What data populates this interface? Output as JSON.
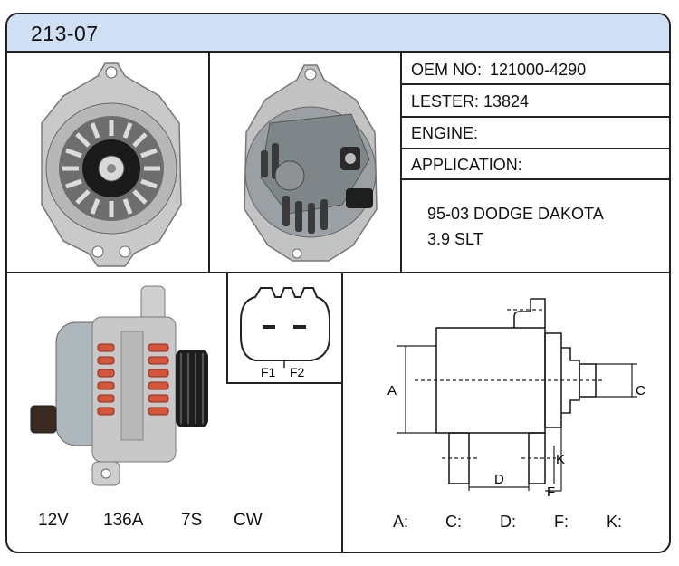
{
  "header": {
    "part_number": "213-07"
  },
  "specs": {
    "oem_label": "OEM NO:",
    "oem_value": "121000-4290",
    "lester_label": "LESTER:",
    "lester_value": "13824",
    "engine_label": "ENGINE:",
    "application_label": "APPLICATION:",
    "application_line1": "95-03 DODGE DAKOTA",
    "application_line2": "3.9 SLT"
  },
  "ratings": {
    "voltage": "12V",
    "amperage": "136A",
    "pulley": "7S",
    "rotation": "CW"
  },
  "connector": {
    "pin1": "F1",
    "pin2": "F2"
  },
  "dimensions": {
    "diagram_labels": {
      "a": "A",
      "c": "C",
      "d": "D",
      "f": "F",
      "k": "K"
    },
    "legend": [
      "A:",
      "C:",
      "D:",
      "F:",
      "K:"
    ]
  },
  "colors": {
    "header_bg": "#cfe0f4",
    "border": "#222222",
    "coil_copper": "#d4553a"
  }
}
